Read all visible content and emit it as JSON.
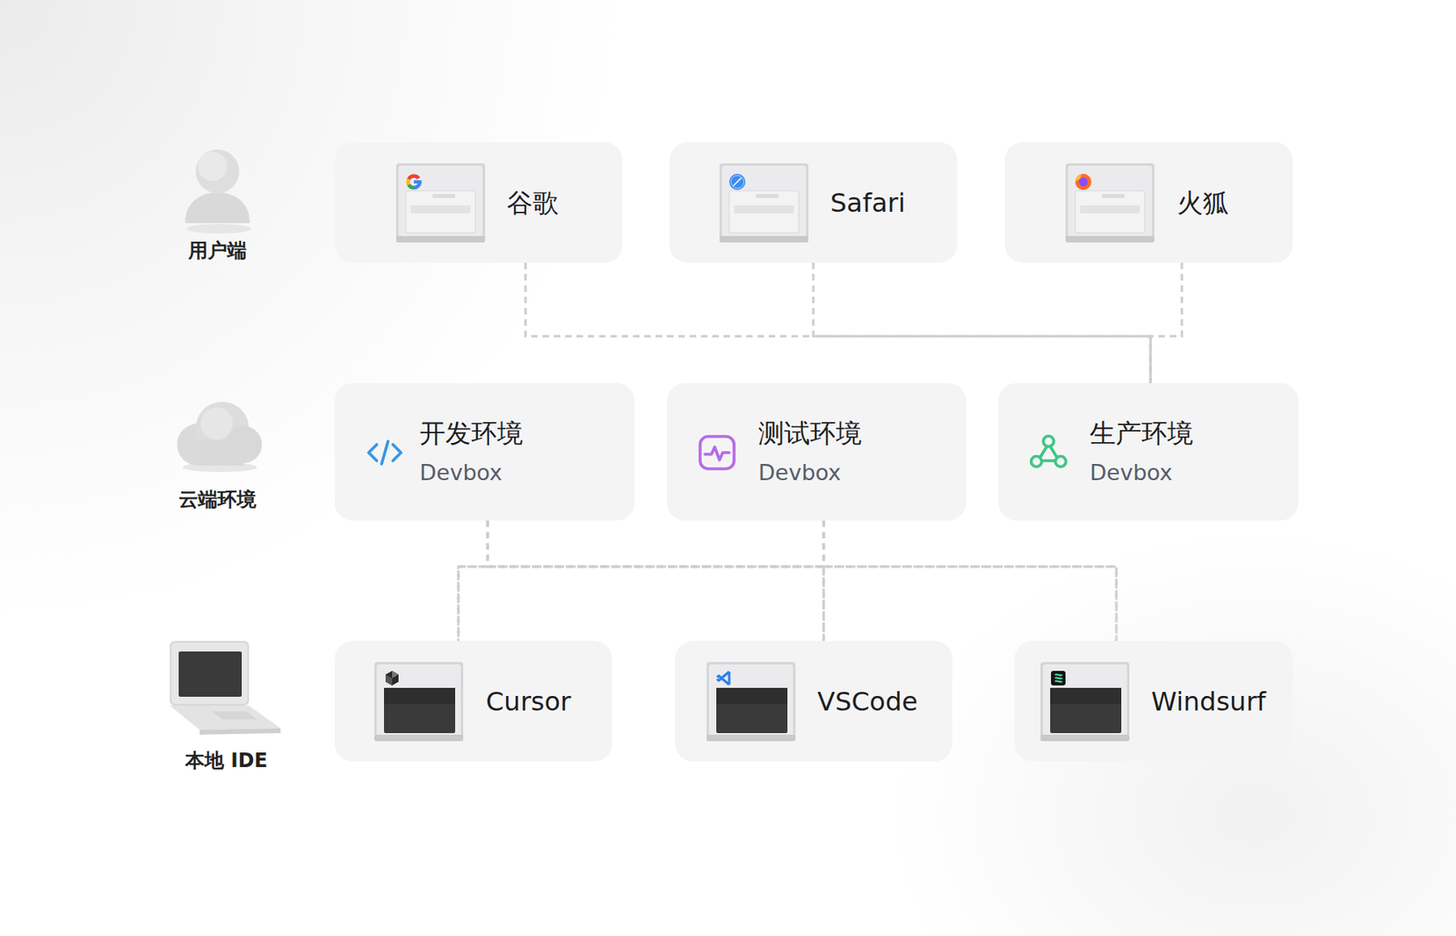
{
  "diagram": {
    "nodes": [
      {
        "text": [
          "谷歌"
        ]
      },
      {
        "text": [
          "Safari"
        ]
      },
      {
        "text": [
          "火狐"
        ]
      },
      {
        "text": [
          "开发环境",
          "Devbox"
        ]
      },
      {
        "text": [
          "测试环境",
          "Devbox"
        ]
      },
      {
        "text": [
          "生产环境",
          "Devbox"
        ]
      },
      {
        "text": [
          "Cursor"
        ]
      },
      {
        "text": [
          "VSCode"
        ]
      },
      {
        "text": [
          "Windsurf"
        ]
      }
    ],
    "edges": [
      {
        "from": 0,
        "to": 5,
        "arrow": "none"
      },
      {
        "from": 1,
        "to": 5,
        "arrow": "none"
      },
      {
        "from": 2,
        "to": 5,
        "arrow": "none"
      },
      {
        "from": 3,
        "to": 6,
        "arrow": "none"
      },
      {
        "from": 3,
        "to": 7,
        "arrow": "none"
      },
      {
        "from": 3,
        "to": 8,
        "arrow": "none"
      },
      {
        "from": 4,
        "to": 6,
        "arrow": "none"
      },
      {
        "from": 4,
        "to": 7,
        "arrow": "none"
      },
      {
        "from": 4,
        "to": 8,
        "arrow": "none"
      }
    ],
    "labels": [
      "用户端",
      "云端环境",
      "本地 IDE"
    ]
  }
}
